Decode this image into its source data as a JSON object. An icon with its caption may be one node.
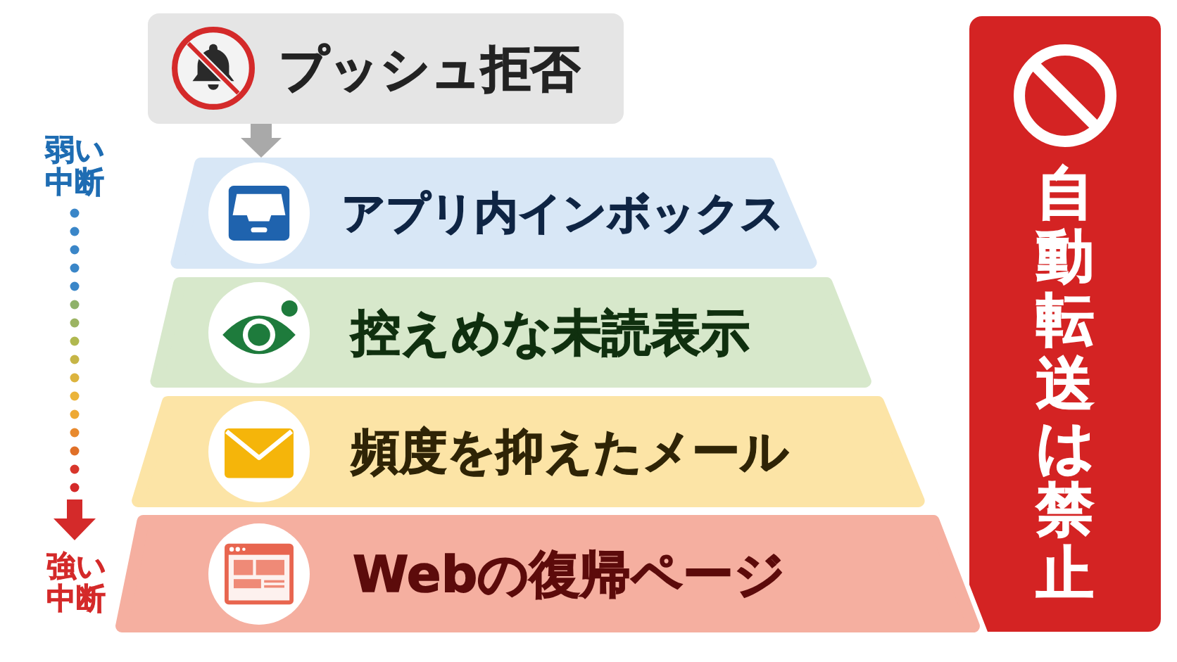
{
  "diagram": {
    "nodes": [
      {
        "text": [
          "プッシュ拒否"
        ]
      },
      {
        "text": [
          "アプリ内インボックス"
        ]
      },
      {
        "text": [
          "控えめな未読表示"
        ]
      },
      {
        "text": [
          "頻度を抑えたメール"
        ]
      },
      {
        "text": [
          "Webの復帰ページ"
        ]
      },
      {
        "text": [
          "自動転送は禁止"
        ]
      }
    ],
    "edges": [
      {
        "from": 0,
        "to": 1,
        "arrow": "to"
      }
    ],
    "labels": [
      "弱い中断",
      "強い中断"
    ]
  }
}
